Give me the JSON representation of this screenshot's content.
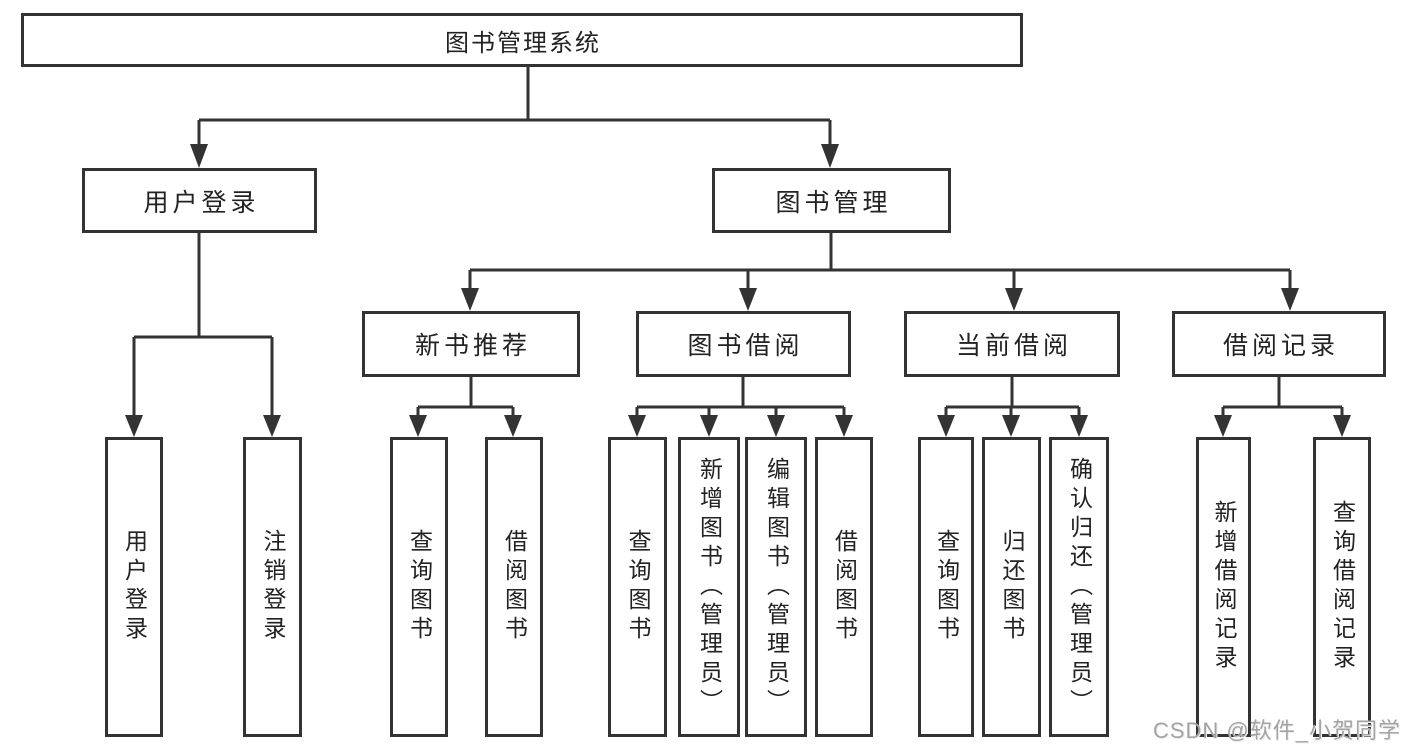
{
  "tree": {
    "label": "图书管理系统",
    "children": [
      {
        "label": "用户登录",
        "children": [
          {
            "label": "用户登录"
          },
          {
            "label": "注销登录"
          }
        ]
      },
      {
        "label": "图书管理",
        "children": [
          {
            "label": "新书推荐",
            "children": [
              {
                "label": "查询图书"
              },
              {
                "label": "借阅图书"
              }
            ]
          },
          {
            "label": "图书借阅",
            "children": [
              {
                "label": "查询图书"
              },
              {
                "label": "新增图书（管理员）"
              },
              {
                "label": "编辑图书（管理员）"
              },
              {
                "label": "借阅图书"
              }
            ]
          },
          {
            "label": "当前借阅",
            "children": [
              {
                "label": "查询图书"
              },
              {
                "label": "归还图书"
              },
              {
                "label": "确认归还（管理员）"
              }
            ]
          },
          {
            "label": "借阅记录",
            "children": [
              {
                "label": "新增借阅记录"
              },
              {
                "label": "查询借阅记录"
              }
            ]
          }
        ]
      }
    ]
  },
  "watermark": {
    "text": "CSDN @软件_小贺同学"
  },
  "colors": {
    "line": "#333333",
    "box_border": "#333333",
    "text": "#222222",
    "background": "#ffffff",
    "watermark": "#a3a3a3"
  }
}
